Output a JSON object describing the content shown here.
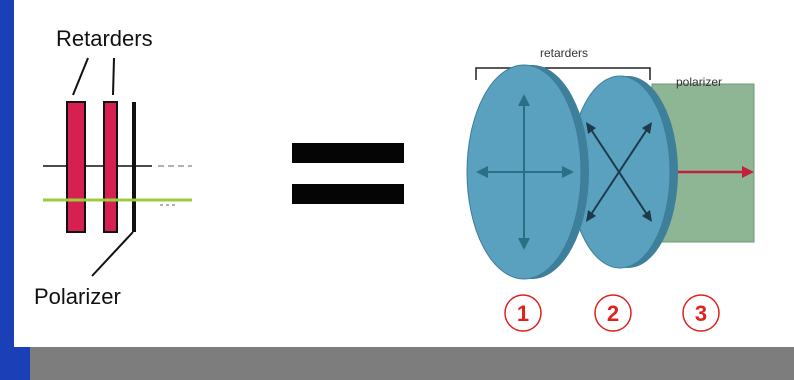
{
  "left_diagram": {
    "retarders_label": "Retarders",
    "polarizer_label": "Polarizer"
  },
  "right_diagram": {
    "retarders_label": "retarders",
    "polarizer_label": "polarizer",
    "numbers": [
      "1",
      "2",
      "3"
    ]
  },
  "colors": {
    "background_blue": "#1b3fb6",
    "retarder_red": "#d6204f",
    "ray_green": "#9ccc3c",
    "disk_blue": "#5aa1c0",
    "polarizer_green": "#8fb694",
    "number_red": "#e0211c"
  }
}
